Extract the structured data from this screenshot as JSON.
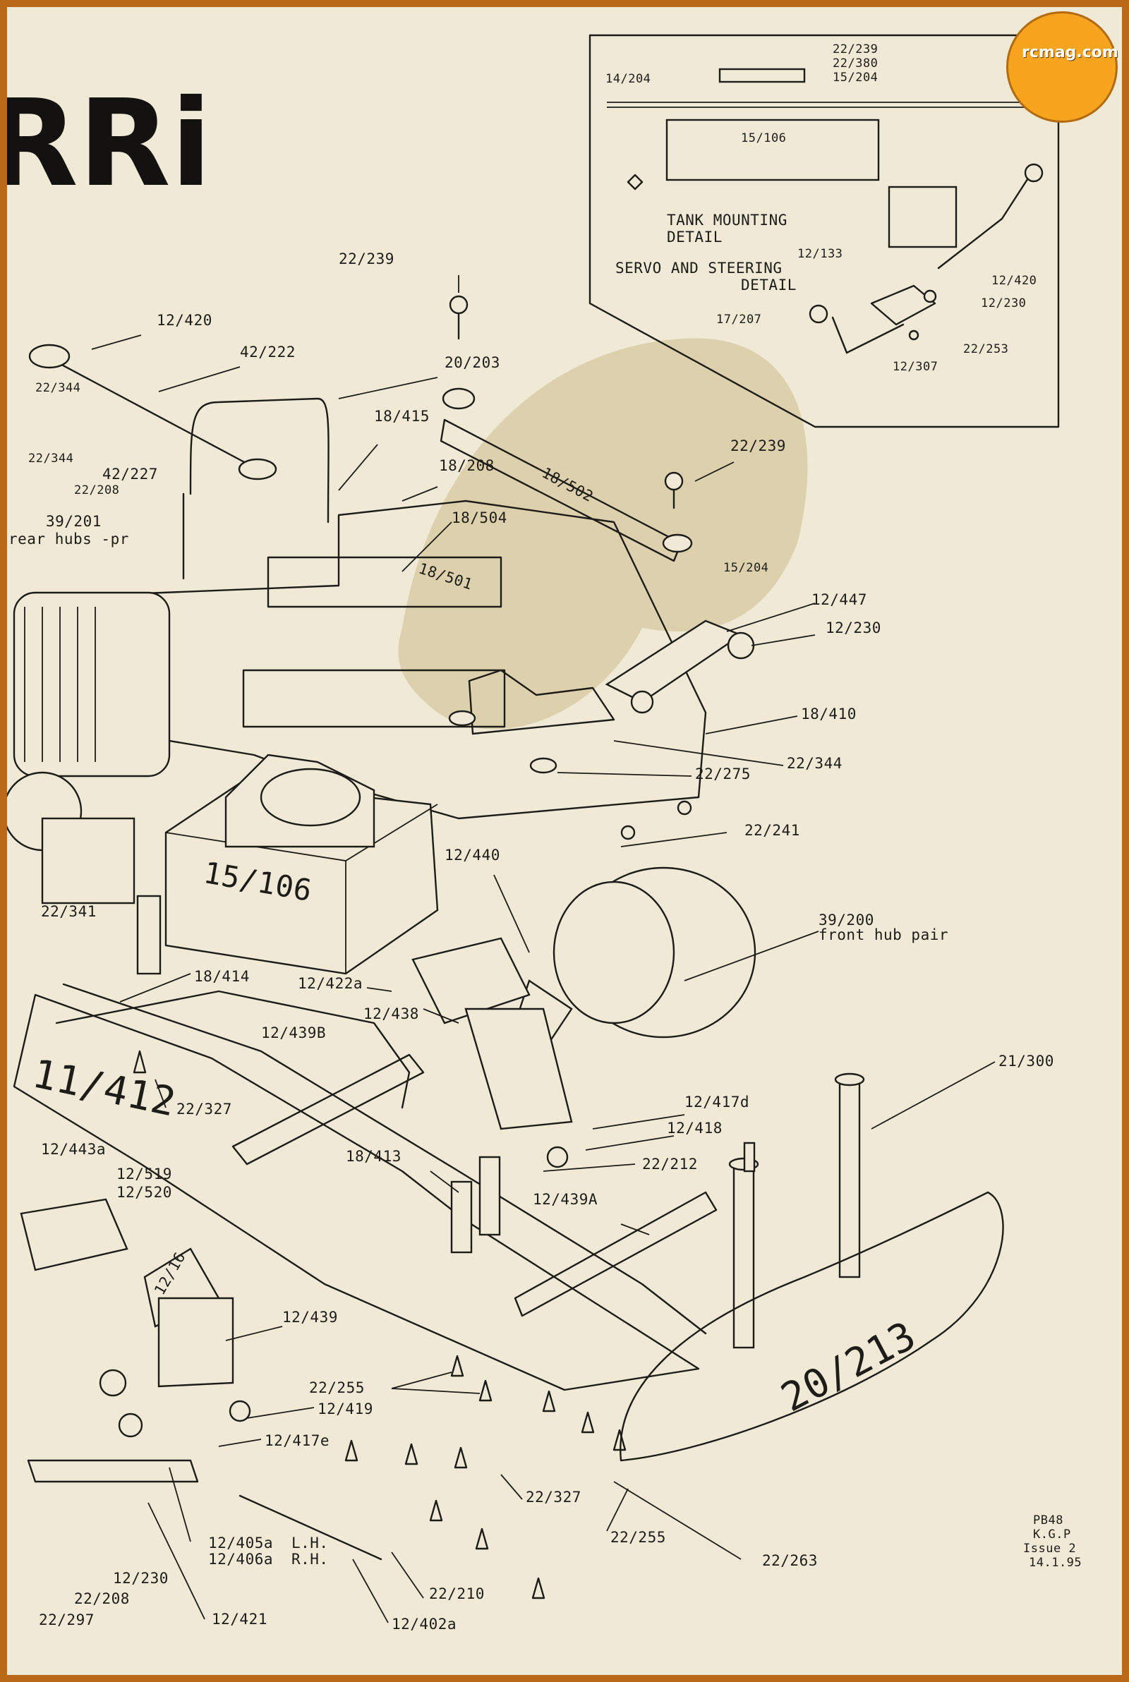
{
  "title": "RRi",
  "badge": {
    "text": "rcmag.com"
  },
  "inset": {
    "title1": "TANK MOUNTING",
    "title2": "DETAIL",
    "title3": "SERVO AND STEERING",
    "title4": "DETAIL",
    "parts": [
      "22/239",
      "22/380",
      "15/204",
      "14/204",
      "15/106",
      "12/133",
      "12/420",
      "12/230",
      "17/207",
      "22/253",
      "12/307"
    ]
  },
  "labels": {
    "l_22_239a": "22/239",
    "l_12_420": "12/420",
    "l_42_222": "42/222",
    "l_20_203": "20/203",
    "l_22_344a": "22/344",
    "l_18_415": "18/415",
    "l_22_344b": "22/344",
    "l_42_227": "42/227",
    "l_22_208a": "22/208",
    "l_18_208": "18/208",
    "l_18_502": "18/502",
    "l_22_239b": "22/239",
    "l_39_201": "39/201",
    "l_rear_hubs": "rear hubs -pr",
    "l_18_504": "18/504",
    "l_18_501": "18/501",
    "l_15_204": "15/204",
    "l_12_447": "12/447",
    "l_12_230a": "12/230",
    "l_18_410": "18/410",
    "l_22_344c": "22/344",
    "l_22_275": "22/275",
    "l_22_241": "22/241",
    "l_15_106": "15/106",
    "l_12_440": "12/440",
    "l_39_200": "39/200",
    "l_front_hub": "front hub pair",
    "l_22_341": "22/341",
    "l_18_414": "18/414",
    "l_12_422a": "12/422a",
    "l_12_438": "12/438",
    "l_12_439B": "12/439B",
    "l_21_300": "21/300",
    "l_11_412": "11/412",
    "l_22_327a": "22/327",
    "l_12_417d": "12/417d",
    "l_12_418": "12/418",
    "l_12_443a": "12/443a",
    "l_18_413": "18/413",
    "l_22_212": "22/212",
    "l_12_519": "12/519",
    "l_12_520": "12/520",
    "l_12_439A": "12/439A",
    "l_12_16": "12/16",
    "l_12_439": "12/439",
    "l_20_213": "20/213",
    "l_22_255a": "22/255",
    "l_12_419": "12/419",
    "l_12_417e": "12/417e",
    "l_22_327b": "22/327",
    "l_22_255b": "22/255",
    "l_22_263": "22/263",
    "l_12_405a": "12/405a",
    "l_lh": "L.H.",
    "l_12_406a": "12/406a",
    "l_rh": "R.H.",
    "l_12_230b": "12/230",
    "l_22_208b": "22/208",
    "l_22_297": "22/297",
    "l_12_421": "12/421",
    "l_22_210": "22/210",
    "l_12_402a": "12/402a"
  },
  "stamp": {
    "line1": "PB48",
    "line2": "K.G.P",
    "line3": "Issue 2",
    "line4": "14.1.95"
  }
}
